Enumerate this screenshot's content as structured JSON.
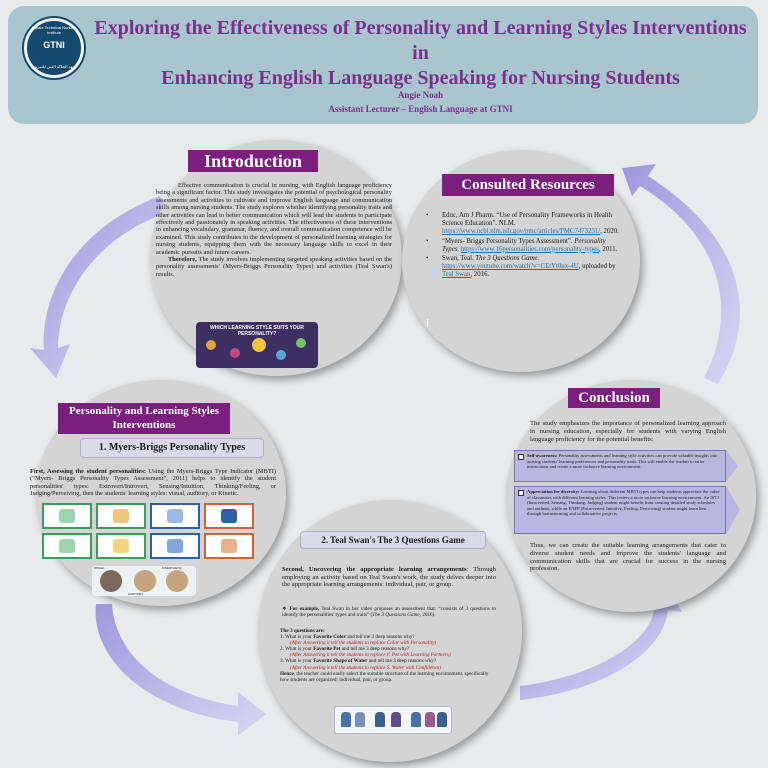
{
  "header": {
    "title_line1": "Exploring the Effectiveness of Personality and Learning Styles Interventions in",
    "title_line2": "Enhancing English Language Speaking for Nursing Students",
    "author": "Angie Noah",
    "role": "Assistant Lecturer – English Language at GTNI",
    "logo_text": "GTNI",
    "logo_ring_text": "Galala Technical Nursing Institute",
    "logo_arabic_text": "معهد الجلالة الفني للتمريض"
  },
  "introduction": {
    "heading": "Introduction",
    "paragraph1": "Effective communication is crucial in nursing, with English language proficiency being a significant factor. This study investigates the potential of psychological personality assessments and activities to cultivate and improve English language and communication skills among nursing students. The study explores whether identifying personality traits and other activities can lead to better communication which will lead the students to participate effectively and passionately in speaking activities. The effectiveness of these interventions in enhancing vocabulary, grammar, fluency, and overall communication competence will be examined. This study contributes to the development of personalized learning strategies for nursing students, equipping them with the necessary language skills to excel in their academic pursuits and future careers.",
    "paragraph2_bold": "Therefore,",
    "paragraph2": " The study involves implementing targeted speaking activities based on the personality assessments' (Myers-Briggs Personality Types) and activities (Teal Swan's) results.",
    "infographic_title": "WHICH LEARNING STYLE SUITS YOUR PERSONALITY?"
  },
  "consulted": {
    "heading": "Consulted Resources",
    "items": [
      {
        "bullet": "•",
        "text": "Educ, Am J Pharm. “Use of Personality Frameworks in Health Science Education”. NLM.",
        "link": "https://www.ncbi.nlm.nih.gov/pmc/articles/PMC7473231/",
        "after": ", 2020."
      },
      {
        "bullet": "•",
        "text": "“Myers- Briggs Personality Types Assessment”.",
        "italic": "Personality Types.",
        "link": "https://www.16personalities.com/personality-types",
        "after": ", 2011."
      },
      {
        "bullet": "•",
        "text": "Swan, Teal.",
        "italic": "The 3 Questions Game.",
        "link": "https://www.youtube.com/watch?v=CEtYt0nx-4U",
        "after": ", uploaded by",
        "link2": "Teal Swan",
        "after2": ", 2016."
      }
    ]
  },
  "personality": {
    "heading_line1": "Personality and Learning Styles",
    "heading_line2": "Interventions",
    "subheading": "1. Myers-Briggs Personality Types",
    "text_bold": "First, Assessing the student personalities:",
    "text": " Using the Myers-Briggs Type Indicator (MBTI) (“Myers- Briggs Personality Types Assessment”, 2011) helps to identify the student personalities' types: Extrovert/Introvert, Sensing/Intuition, Thinking/Feeling, or Judging/Perceiving, then the students' learning styles: visual, auditory, or Kinetic.",
    "learning_labels": [
      "VISUAL",
      "AUDITORY",
      "KINESTHETIC"
    ]
  },
  "teal": {
    "subheading": "2. Teal Swan's The 3 Questions Game",
    "intro_bold": "Second, Uncovering the appropriate learning arrangements",
    "intro": ": Through employing an activity based on Teal Swan's work, the study delves deeper into the appropriate learning arrangements: individual, pair, or group.",
    "example_bullet": "❖",
    "example_bold": "For example,",
    "example": " Teal Swan in her video proposes an assessment that: “consists of 3 questions to identify the personalities' types and traits” (",
    "example_italic": "The 3 Questions Game",
    "example_end": ", 2016).",
    "questions_heading": "The 3 questions are:",
    "questions": [
      {
        "prefix": "1. What is your ",
        "bold": "Favorite Color",
        "suffix": " and tell me 3 deep reasons why?",
        "note": "(After Answering it tell the students to replace Color with Personality)"
      },
      {
        "prefix": "2. What is your ",
        "bold": "Favorite Pet",
        "suffix": " and tell me 3 deep reasons why?",
        "note": "(After Answering it tell the students to replace F. Pet with Learning Partners)"
      },
      {
        "prefix": "3. What is your ",
        "bold": "Favorite Shape of Water",
        "suffix": " and tell me 3 deep reasons why?",
        "note": "(After Answering it tell the students to replace S. Water with Confidence)"
      }
    ],
    "hence_bold": "Hence",
    "hence": ", the teacher could easily select the suitable structure of the learning environment, specifically how students are organized: individual, pair, or group."
  },
  "conclusion": {
    "heading": "Conclusion",
    "intro": "The study emphasizes the importance of personalized learning approach in nursing education, especially for students with varying English language proficiency for the potential benefits:",
    "points": [
      {
        "bold": "Self-awareness:",
        "text": " Personality assessments and learning style activities can provide valuable insights into nursing students' learning preferences and personality traits. This will enable the teacher to tailor instructions and create a more inclusive learning environment."
      },
      {
        "bold": "Appreciation for diversity:",
        "text": " Learning about different MBTI types can help students appreciate the value of classmates with different learning styles. This fosters a more inclusive learning environment. An ISTJ (Introverted, Sensing, Thinking, Judging) student might benefit from creating detailed study schedules and outlines, while an ENFP (Extroverted, Intuitive, Feeling, Perceiving) student might learn best through brainstorming and collaborative projects."
      }
    ],
    "outro": "Thus, we can create the suitable learning arrangements that cater to diverse student needs and improve the students' language and communication skills that are crucial for success in the nursing profession."
  },
  "colors": {
    "accent_purple": "#7b1f7f",
    "title_purple": "#7b2f8e",
    "header_bg": "#a9c6cf",
    "circle_bg": "#d4d4d4",
    "arrow": "#b9b5e6",
    "link": "#1f6fb0",
    "note_red": "#c01818"
  }
}
